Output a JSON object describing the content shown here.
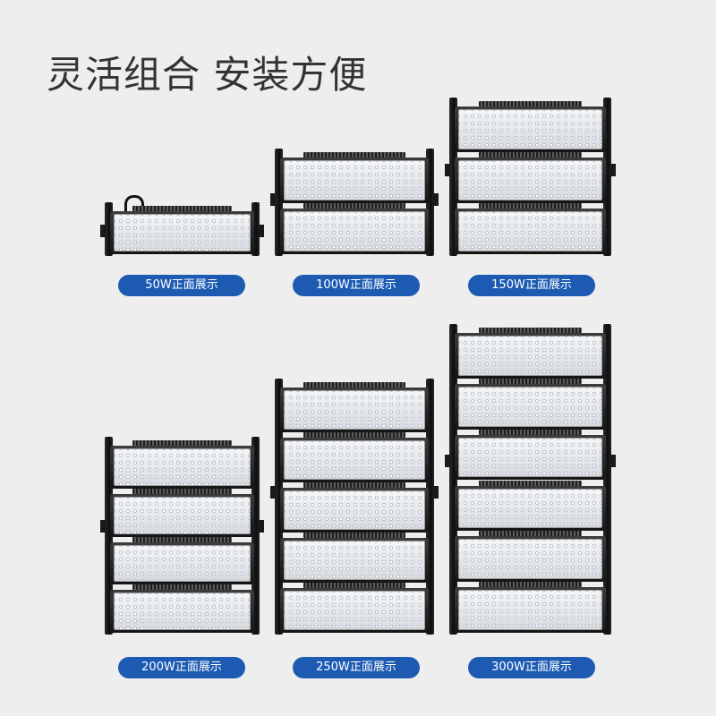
{
  "headline": "灵活组合 安装方便",
  "products": [
    {
      "badge": "50W正面展示",
      "modules": 1
    },
    {
      "badge": "100W正面展示",
      "modules": 2
    },
    {
      "badge": "150W正面展示",
      "modules": 3
    },
    {
      "badge": "200W正面展示",
      "modules": 4
    },
    {
      "badge": "250W正面展示",
      "modules": 5
    },
    {
      "badge": "300W正面展示",
      "modules": 6
    }
  ],
  "colors": {
    "background": "#eeeeee",
    "badge": "#1d5bb3",
    "badge_text": "#ffffff",
    "headline": "#333333"
  }
}
